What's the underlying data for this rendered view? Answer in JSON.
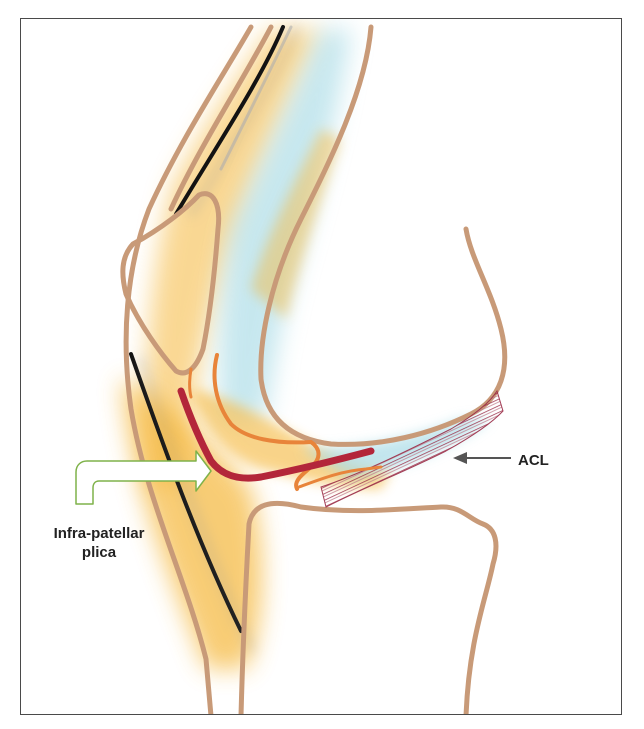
{
  "labels": {
    "acl": "ACL",
    "plica_line1": "Infra-patellar",
    "plica_line2": "plica"
  },
  "colors": {
    "bone_outline": "#c89a78",
    "patellar_tendon": "#111111",
    "fat_pad": "#f5b73a",
    "synovium": "#e8843a",
    "plica": "#b3263a",
    "acl_fibers": "#9a2a45",
    "joint_fluid": "#a9dbe6",
    "arrow_outline": "#7fb24a",
    "acl_arrow": "#555555"
  }
}
